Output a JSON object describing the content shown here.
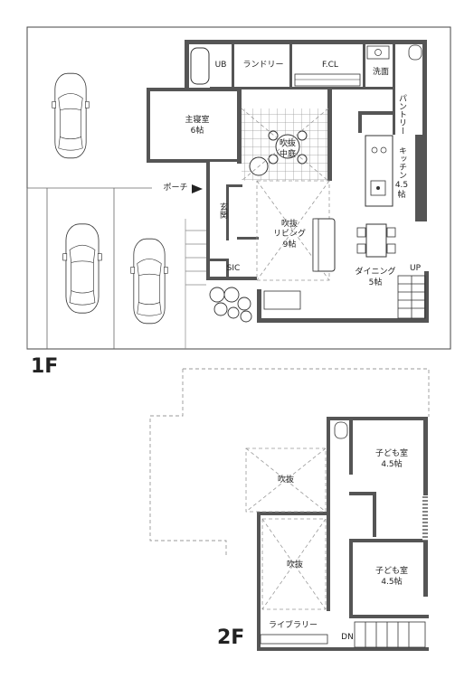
{
  "floors": {
    "first": "1F",
    "second": "2F"
  },
  "rooms_1f": {
    "ub": "UB",
    "laundry": "ランドリー",
    "fcl": "F.CL",
    "washroom": "洗面",
    "master_bedroom": "主寝室",
    "master_bedroom_size": "6帖",
    "pantry": "パントリー",
    "courtyard": "吹抜",
    "courtyard_sub": "中庭",
    "kitchen": "キッチン",
    "kitchen_size": "4.5帖",
    "porch": "ポーチ",
    "entrance": "玄関",
    "living_void": "吹抜",
    "living": "リビング",
    "living_size": "9帖",
    "sic": "SIC",
    "dining": "ダイニング",
    "dining_size": "5帖",
    "stairs_up": "UP"
  },
  "rooms_2f": {
    "kids_room_1": "子ども室",
    "kids_room_1_size": "4.5帖",
    "void_1": "吹抜",
    "void_2": "吹抜",
    "kids_room_2": "子ども室",
    "kids_room_2_size": "4.5帖",
    "library": "ライブラリー",
    "stairs_down": "DN"
  },
  "colors": {
    "wall": "#555555",
    "line": "#333333",
    "dashed": "#999999",
    "tile": "#aaaaaa"
  }
}
